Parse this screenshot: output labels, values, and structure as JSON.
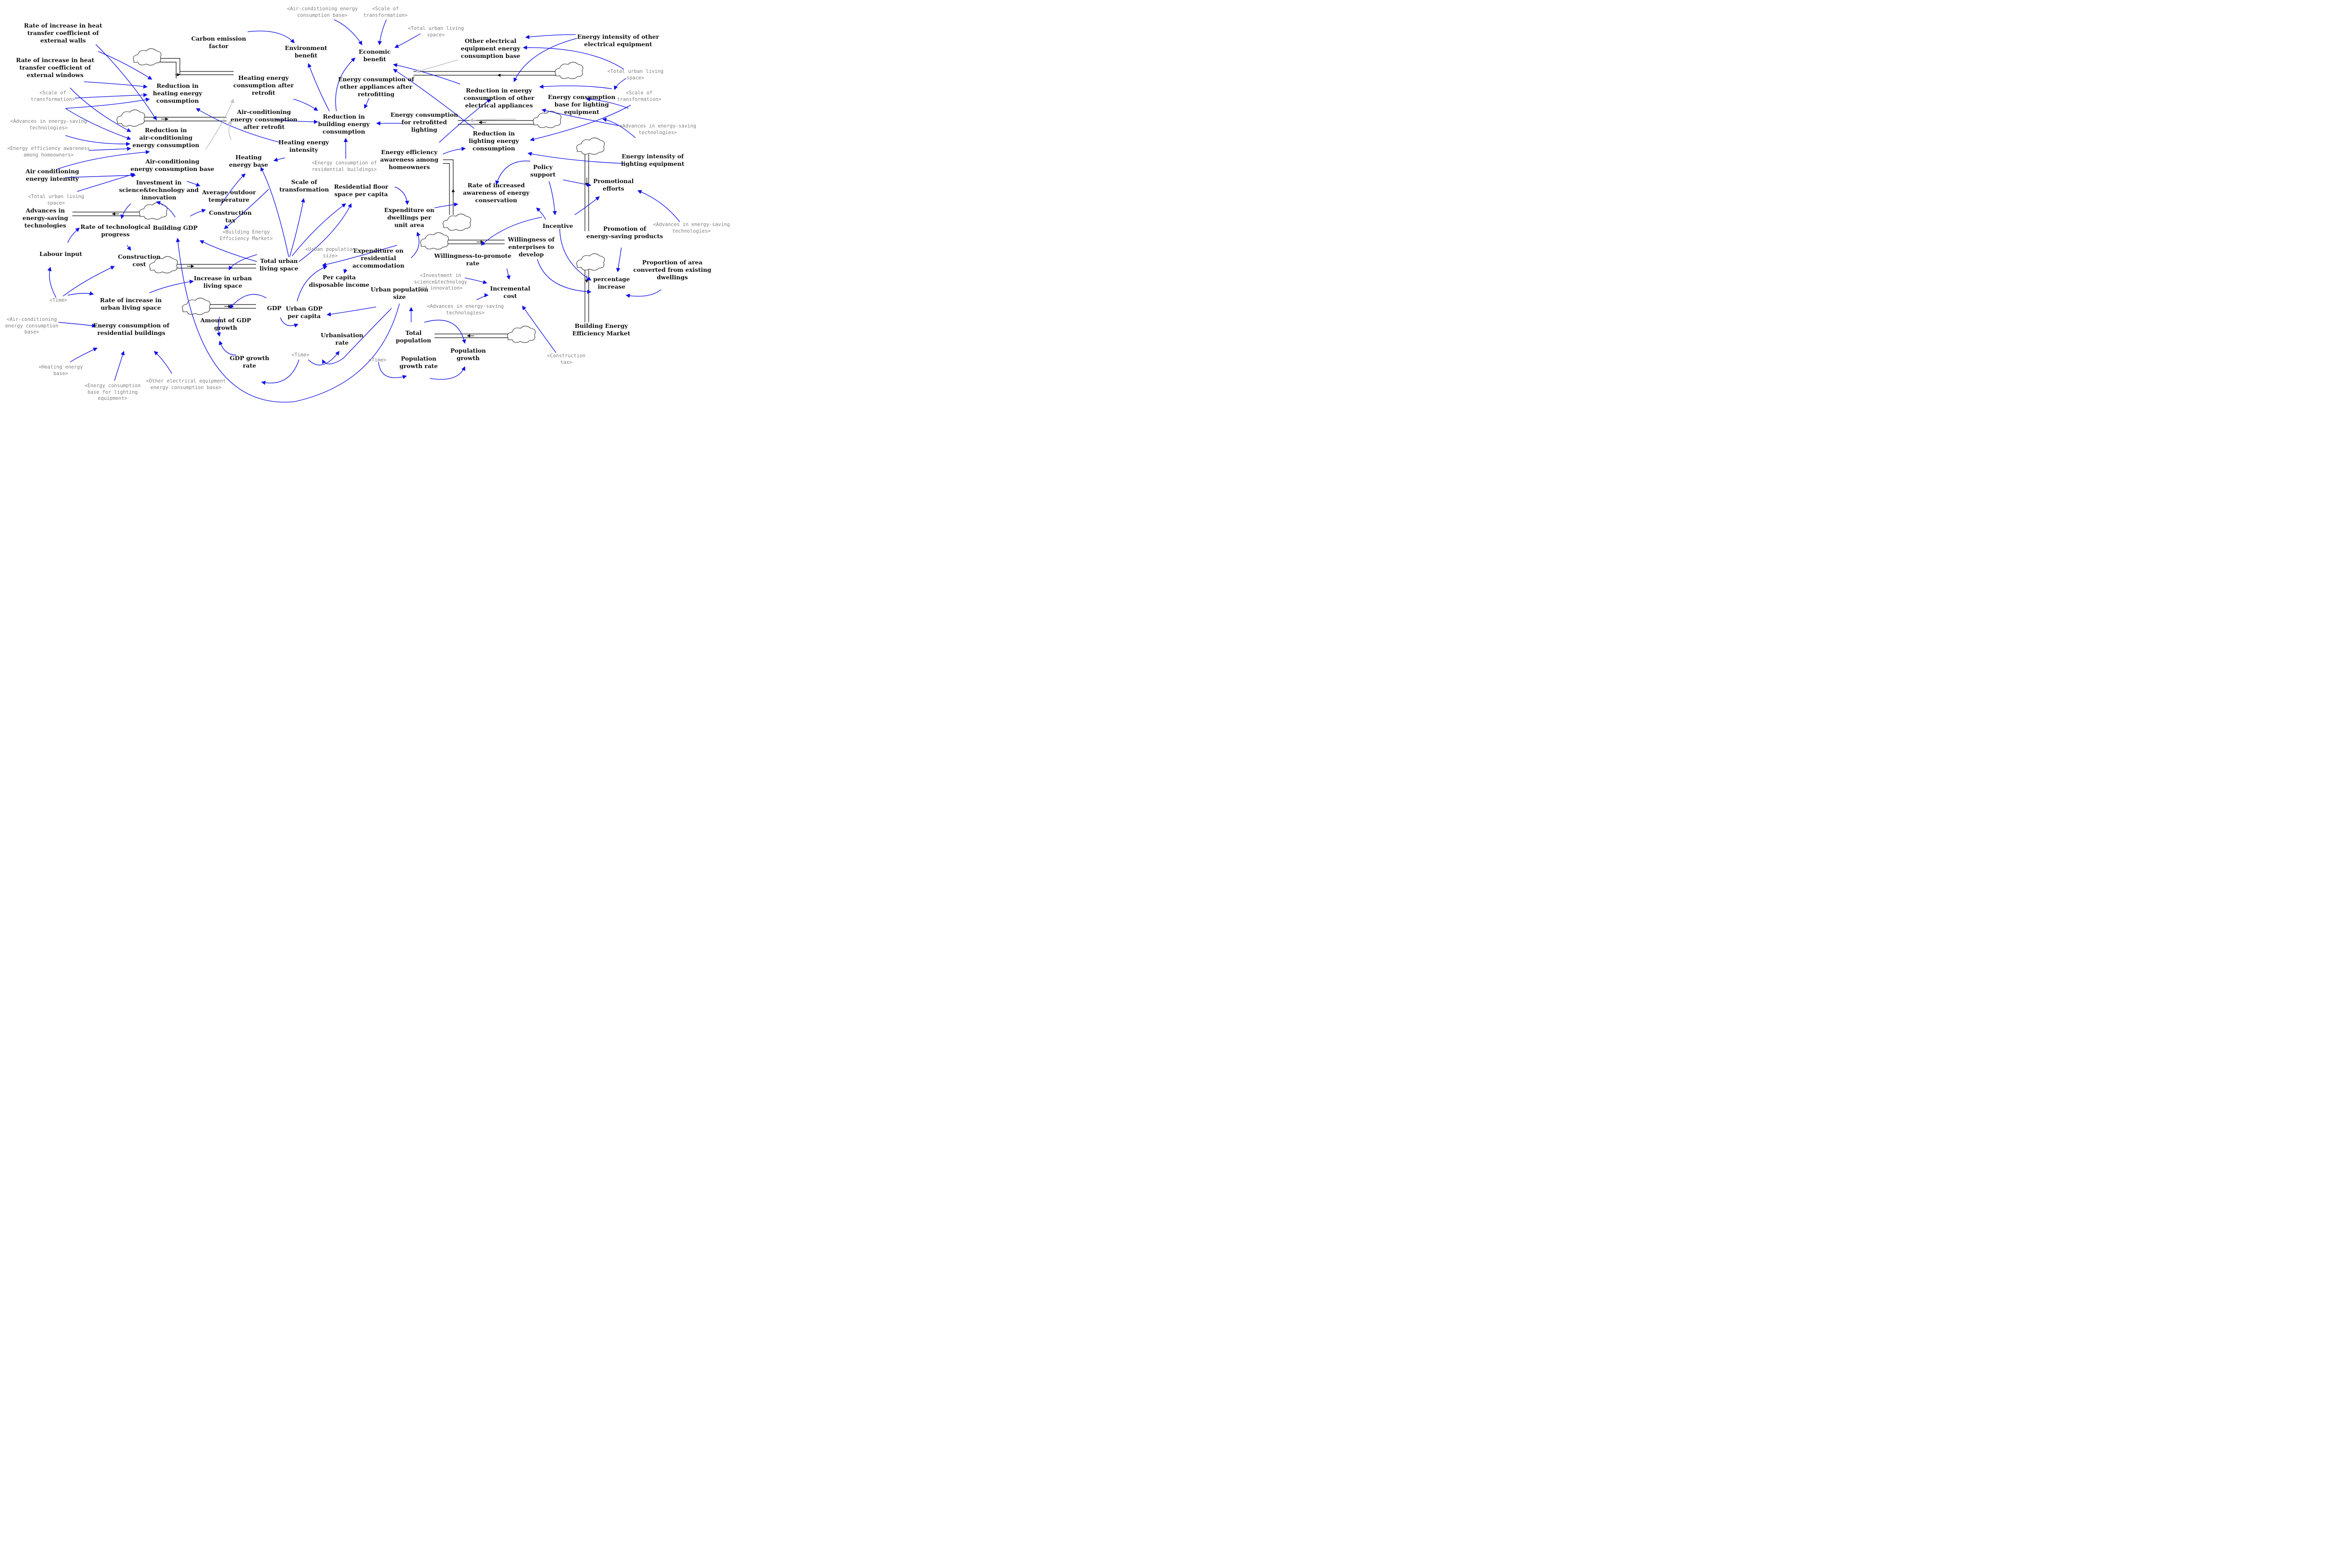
{
  "nodes": {
    "rate_heat_walls": "Rate of increase in heat\ntransfer coefficient of\nexternal walls",
    "rate_heat_windows": "Rate of increase in heat\ntransfer coefficient of\nexternal windows",
    "carbon_emission_factor": "Carbon emission\nfactor",
    "environment_benefit": "Environment\nbenefit",
    "economic_benefit": "Economic\nbenefit",
    "other_equipment_base": "Other electrical\nequipment energy\nconsumption base",
    "energy_intensity_other": "Energy intensity of other\nelectrical equipment",
    "reduction_heating": "Reduction in\nheating energy\nconsumption",
    "heating_after_retrofit": "Heating energy\nconsumption after\nretrofit",
    "other_after_retrofit": "Energy consumption of\nother appliances after\nretrofitting",
    "reduction_other": "Reduction in energy\nconsumption of other\nelectrical appliances",
    "lighting_base": "Energy consumption\nbase for lighting\nequipment",
    "reduction_ac": "Reduction in\nair-conditioning\nenergy consumption",
    "ac_after_retrofit": "Air-conditioning\nenergy consumption\nafter retrofit",
    "reduction_building": "Reduction in\nbuilding energy\nconsumption",
    "retrofitted_lighting": "Energy consumption\nfor retrofitted\nlighting",
    "reduction_lighting": "Reduction in\nlighting energy\nconsumption",
    "heating_intensity": "Heating energy\nintensity",
    "energy_efficiency_awareness": "Energy efficiency\nawareness among\nhomeowners",
    "energy_intensity_lighting": "Energy intensity of\nlighting equipment",
    "ac_base": "Air-conditioning\nenergy consumption base",
    "heating_base": "Heating\nenergy base",
    "ac_intensity": "Air conditioning\nenergy intensity",
    "investment_st": "Investment in\nscience&technology and\ninnovation",
    "avg_outdoor_temp": "Average outdoor\ntemperature",
    "scale_transformation": "Scale of\ntransformation",
    "residential_floor_space": "Residential floor\nspace per capita",
    "policy_support": "Policy\nsupport",
    "rate_awareness": "Rate of increased\nawareness of energy\nconservation",
    "promotional_efforts": "Promotional\nefforts",
    "advances_tech": "Advances in\nenergy-saving\ntechnologies",
    "construction_tax": "Construction\ntax",
    "expenditure_dwellings": "Expenditure on\ndwellings per\nunit area",
    "incentive": "Incentive",
    "rate_tech_progress": "Rate of technological\nprogress",
    "building_gdp": "Building GDP",
    "promotion_products": "Promotion of\nenergy-saving products",
    "willingness_enterprises": "Willingness of\nenterprises to\ndevelop",
    "labour_input": "Labour input",
    "construction_cost": "Construction\ncost",
    "total_urban_space": "Total urban\nliving space",
    "expenditure_residential": "Expenditure on\nresidential\naccommodation",
    "willingness_promote": "Willingness-to-promote\nrate",
    "proportion_area": "Proportion of area\nconverted from existing\ndwellings",
    "increase_urban_space": "Increase in urban\nliving space",
    "per_capita_income": "Per capita\ndisposable income",
    "percentage_increase": "percentage\nincrease",
    "urban_population": "Urban population\nsize",
    "incremental_cost": "Incremental\ncost",
    "rate_increase_urban_space": "Rate of increase in\nurban living space",
    "gdp": "GDP",
    "urban_gdp_per_capita": "Urban GDP\nper capita",
    "amount_gdp_growth": "Amount of GDP\ngrowth",
    "building_energy_market": "Building Energy\nEfficiency Market",
    "energy_residential": "Energy consumption of\nresidential buildings",
    "urbanisation_rate": "Urbanisation\nrate",
    "total_population": "Total\npopulation",
    "population_growth": "Population\ngrowth",
    "gdp_growth_rate": "GDP growth\nrate",
    "population_growth_rate": "Population\ngrowth rate"
  },
  "shadows": {
    "s_ac_base_top": "<Air-conditioning energy\nconsumption base>",
    "s_scale_top": "<Scale of\ntransformation>",
    "s_total_space_top": "<Total urban living\nspace>",
    "s_total_space_right": "<Total urban living\nspace>",
    "s_scale_right": "<Scale of\ntransformation>",
    "s_scale_left": "<Scale of\ntransformation>",
    "s_advances_left": "<Advances in energy-saving\ntechnologies>",
    "s_awareness_left": "<Energy efficiency awareness\namong homeowners>",
    "s_advances_right": "<Advances in energy-saving\ntechnologies>",
    "s_energy_residential": "<Energy consumption of\nresidential buildings>",
    "s_total_space_left": "<Total urban living\nspace>",
    "s_advances_promo": "<Advances in energy-saving\ntechnologies>",
    "s_building_market": "<Building Energy\nEfficiency Market>",
    "s_urban_population": "<Urban population\nsize>",
    "s_investment": "<Investment in\nscience&technology\nand innovation>",
    "s_time_left": "<Time>",
    "s_ac_base_left": "<Air-conditioning\nenergy consumption\nbase>",
    "s_advances_bottom": "<Advances in energy-saving\ntechnologies>",
    "s_time_mid": "<Time>",
    "s_time_right": "<Time>",
    "s_construction_tax": "<Construction\ntax>",
    "s_heating_base": "<Heating energy\nbase>",
    "s_lighting_base": "<Energy consumption\nbase for lighting\nequipment>",
    "s_other_base": "<Other electrical equipment\nenergy consumption base>"
  },
  "colors": {
    "arrow": "#1010e6",
    "arrow_grey": "#c0c0c0",
    "text": "#111111",
    "shadow_text": "#808080"
  }
}
